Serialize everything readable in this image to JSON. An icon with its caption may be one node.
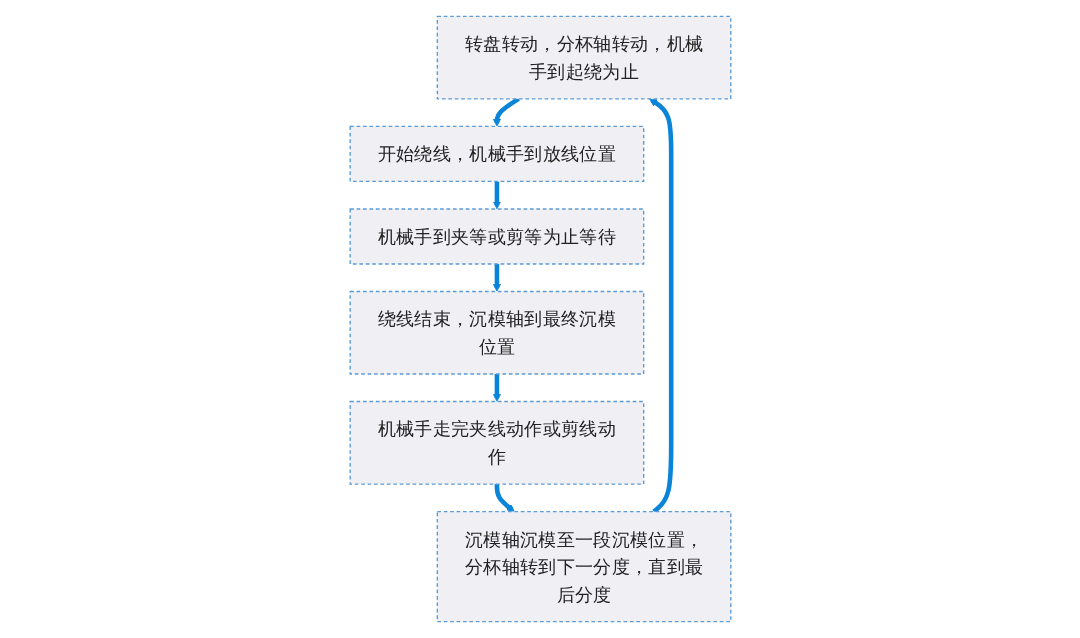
{
  "diagram": {
    "nodes": [
      {
        "text": [
          "转盘转动，分杯轴转动，机械手到起绕为止"
        ]
      },
      {
        "text": [
          "开始绕线，机械手到放线位置"
        ]
      },
      {
        "text": [
          "机械手到夹等或剪等为止等待"
        ]
      },
      {
        "text": [
          "绕线结束，沉模轴到最终沉模位置"
        ]
      },
      {
        "text": [
          "机械手走完夹线动作或剪线动作"
        ]
      },
      {
        "text": [
          "沉模轴沉模至一段沉模位置，分杯轴转到下一分度，直到最后分度"
        ]
      }
    ],
    "edges": [
      {
        "from": 0,
        "to": 1,
        "arrow": "to"
      },
      {
        "from": 1,
        "to": 2,
        "arrow": "to"
      },
      {
        "from": 2,
        "to": 3,
        "arrow": "to"
      },
      {
        "from": 3,
        "to": 4,
        "arrow": "to"
      },
      {
        "from": 4,
        "to": 5,
        "arrow": "to"
      },
      {
        "from": 5,
        "to": 0,
        "arrow": "to"
      }
    ]
  }
}
